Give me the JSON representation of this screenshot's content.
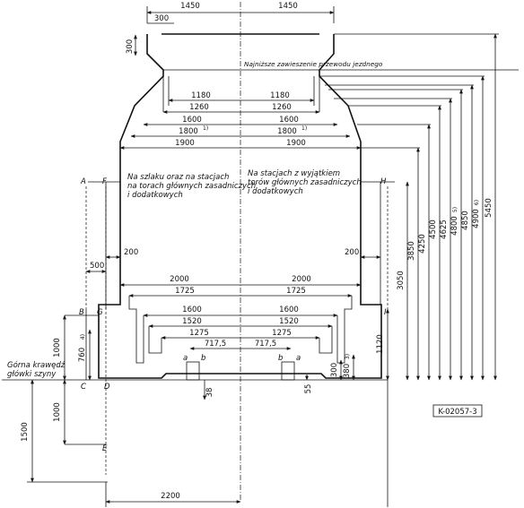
{
  "drawing_code": "K-02057-3",
  "top_widths": {
    "left": "1450",
    "right": "1450"
  },
  "notch": {
    "width": "300",
    "height": "300"
  },
  "catenary_label": "Najniższe zawieszenie przewodu jezdnego",
  "row_widths": {
    "r1180": "1180",
    "r1260": "1260",
    "r1600": "1600",
    "r1800": "1800",
    "r1800_note": "1)",
    "r1900": "1900"
  },
  "points": {
    "A": "A",
    "B": "B",
    "C": "C",
    "D": "D",
    "E": "E",
    "F": "F",
    "G": "G",
    "H": "H",
    "I": "I"
  },
  "zone_left_text": [
    "Na szlaku oraz na stacjach",
    "na torach głównych zasadniczych",
    "i dodatkowych"
  ],
  "zone_right_text": [
    "Na stacjach z wyjątkiem",
    "torów głównych zasadniczych",
    "i dodatkowych"
  ],
  "side_offsets": {
    "left": "200",
    "right": "200",
    "left_500": "500"
  },
  "lower_widths": {
    "w2000": "2000",
    "w1725": "1725",
    "w1600": "1600",
    "w1520": "1520",
    "w1275": "1275",
    "w7175": "717,5"
  },
  "wheel_letters": {
    "a": "a",
    "b": "b"
  },
  "left_vertical": {
    "v1000a": "1000",
    "v760": "760",
    "v760_note": "4)",
    "v1000b": "1000",
    "v1500": "1500"
  },
  "rail_head_label": [
    "Górna krawędź",
    "główki szyny"
  ],
  "bottom_small": {
    "v38": "38",
    "v55": "55",
    "v300": "300",
    "v380": "380",
    "v380_note": "3)"
  },
  "right_heights": {
    "h1120": "1120",
    "h3050": "3050",
    "h3850": "3850",
    "h4250": "4250",
    "h4500": "4500",
    "h4625": "4625",
    "h4800": "4800",
    "h4800_note": "5)",
    "h4850": "4850",
    "h4900": "4900",
    "h4900_note": "6)",
    "h5450": "5450"
  },
  "bottom_width": "2200"
}
